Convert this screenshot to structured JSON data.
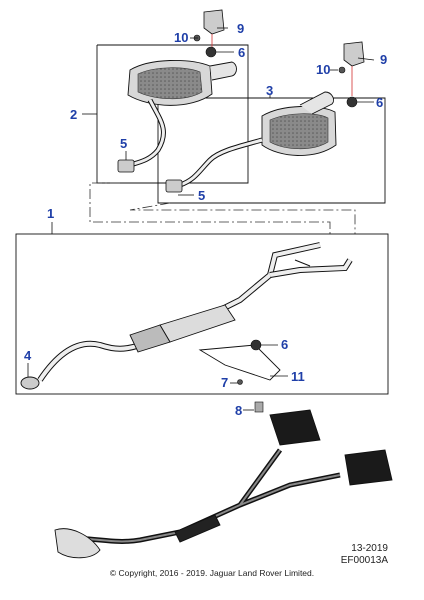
{
  "colors": {
    "callout": "#1f3fa8",
    "line": "#111111",
    "leader_accent": "#d23030",
    "part_gray": "#9a9a9a",
    "part_dark": "#1a1a1a"
  },
  "callouts": {
    "c1": "1",
    "c2": "2",
    "c3": "3",
    "c4": "4",
    "c5a": "5",
    "c5b": "5",
    "c6a": "6",
    "c6b": "6",
    "c6c": "6",
    "c7": "7",
    "c8": "8",
    "c9a": "9",
    "c9b": "9",
    "c10a": "10",
    "c10b": "10",
    "c11": "11"
  },
  "footer": {
    "date_code": "13-2019",
    "figure_code": "EF00013A",
    "copyright": "© Copyright, 2016 - 2019. Jaguar Land Rover Limited."
  }
}
